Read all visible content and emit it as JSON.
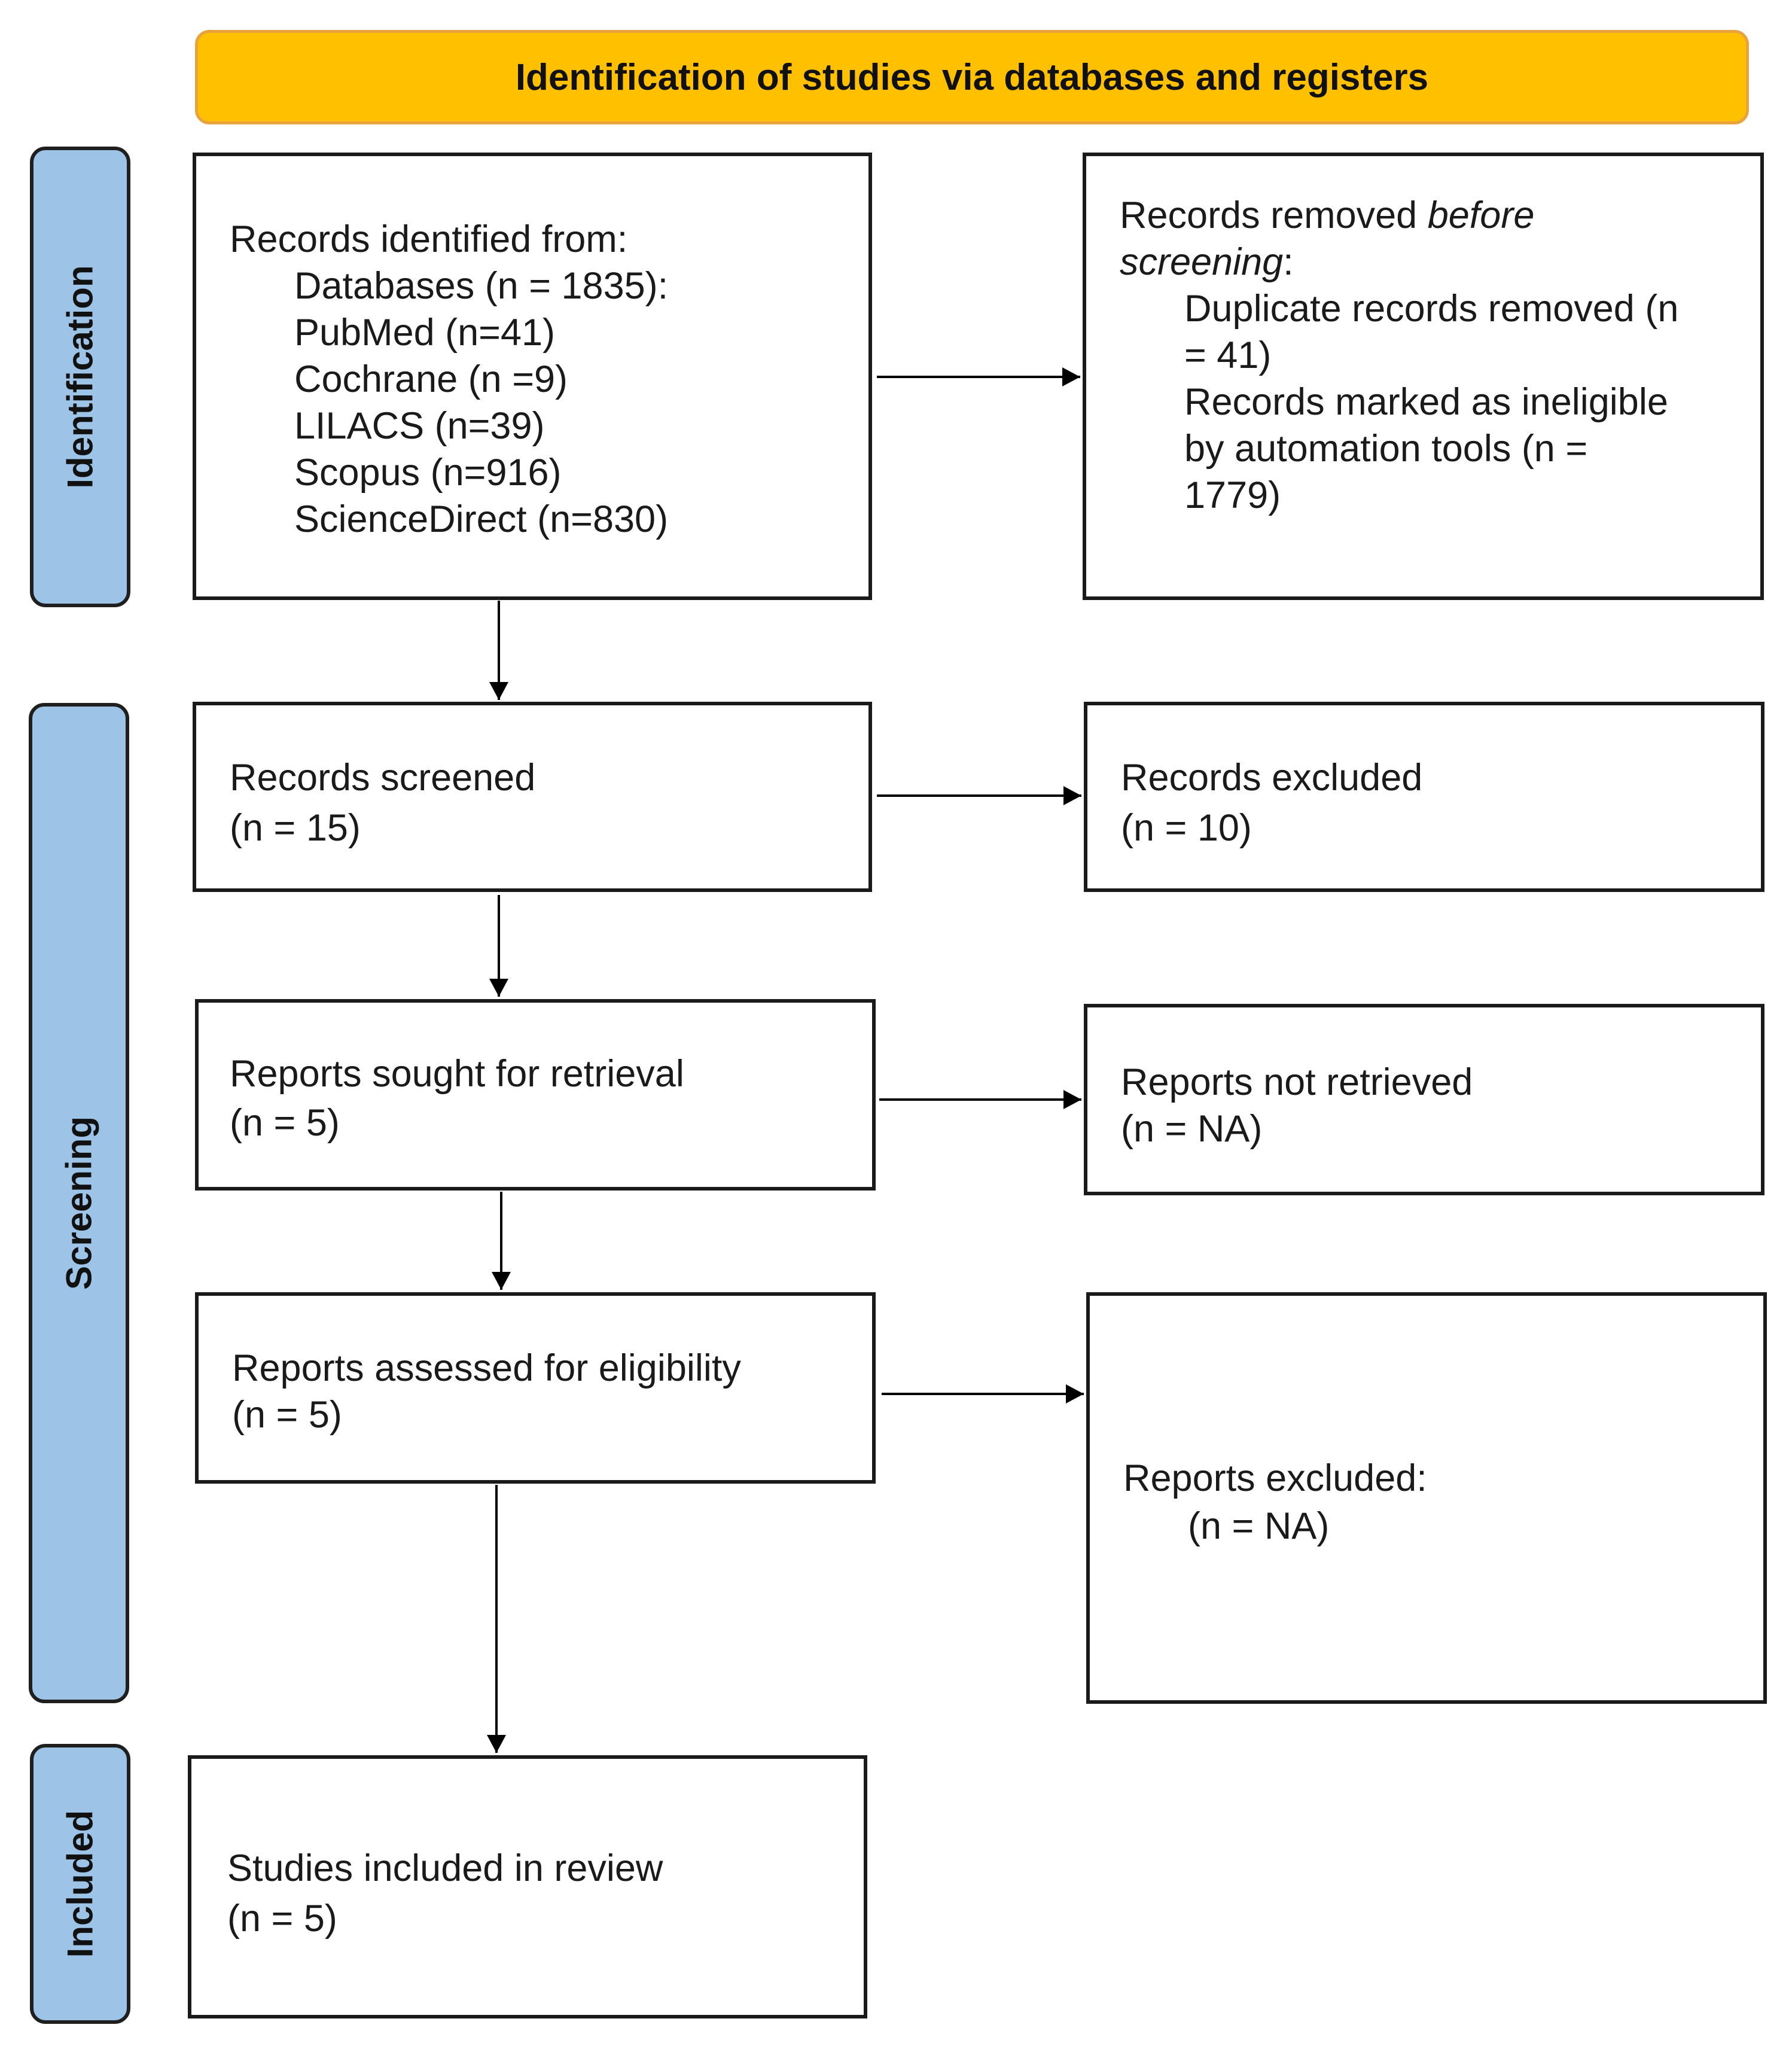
{
  "header": "Identification of studies via databases and registers",
  "phases": {
    "identification": "Identification",
    "screening": "Screening",
    "included": "Included"
  },
  "identified": {
    "line1": "Records identified from:",
    "line2": "Databases (n = 1835):",
    "line3": "PubMed (n=41)",
    "line4": "Cochrane (n =9)",
    "line5": "LILACS (n=39)",
    "line6": "Scopus (n=916)",
    "line7": "ScienceDirect (n=830)"
  },
  "removed": {
    "prefix": "Records removed ",
    "italic1": "before",
    "italic2": "screening",
    "colon": ":",
    "line3": "Duplicate records removed (n",
    "line4": "= 41)",
    "line5": "Records marked as ineligible",
    "line6": "by automation tools (n =",
    "line7": "1779)"
  },
  "screened": {
    "line1": "Records screened",
    "line2": "(n = 15)"
  },
  "excluded": {
    "line1": "Records excluded",
    "line2": "(n = 10)"
  },
  "sought": {
    "line1": "Reports sought for retrieval",
    "line2": "(n = 5)"
  },
  "not_retrieved": {
    "line1": "Reports not retrieved",
    "line2": "(n = NA)"
  },
  "assessed": {
    "line1": "Reports assessed for eligibility",
    "line2": "(n = 5)"
  },
  "reports_excluded": {
    "line1": "Reports excluded:",
    "line2": "(n = NA)"
  },
  "included_studies": {
    "line1": "Studies included in review",
    "line2": "(n = 5)"
  }
}
